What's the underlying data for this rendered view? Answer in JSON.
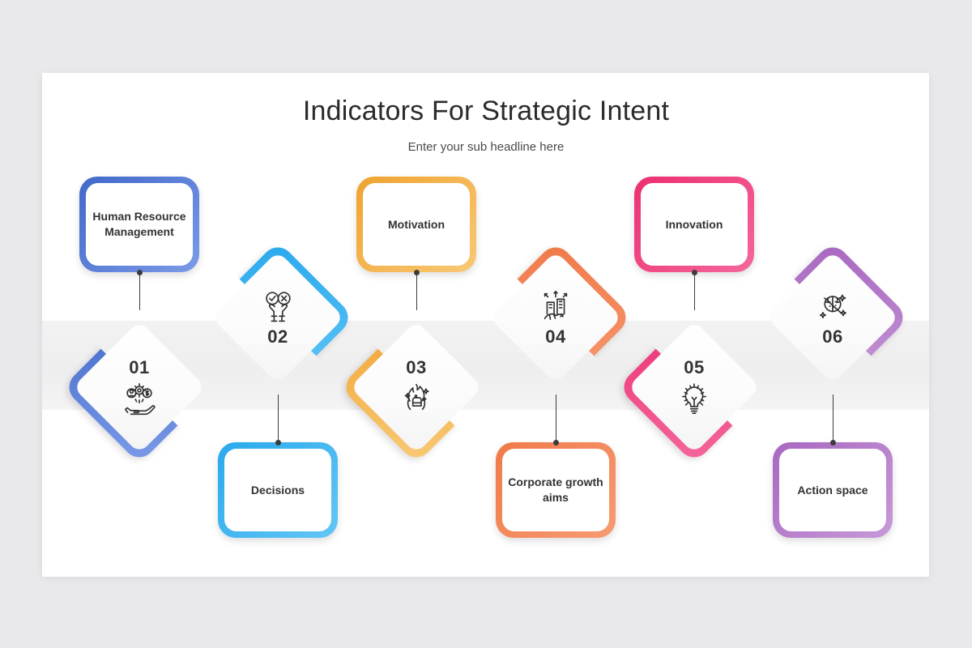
{
  "header": {
    "title": "Indicators For Strategic Intent",
    "subtitle": "Enter your sub headline here"
  },
  "colors": {
    "background": "#e9e9eb",
    "slide": "#ffffff",
    "band": "#f1f1f2",
    "connector": "#3b3b3b",
    "text": "#333333",
    "step1": "#4169c9",
    "step1_to": "#7b9ae8",
    "step2": "#2aa9ec",
    "step2_to": "#63c6f6",
    "step3": "#f0a330",
    "step3_to": "#f8c976",
    "step4": "#f07a4a",
    "step5": "#ec2f72",
    "step5_to": "#f4679c",
    "step6": "#a867c0",
    "step6_to": "#c79ad8"
  },
  "steps": [
    {
      "number": "01",
      "label": "Human Resource Management",
      "icon": "hand-people-gear-money-icon",
      "color_from": "#4169c9",
      "color_to": "#7b9ae8",
      "card_position": "top",
      "number_position": "top"
    },
    {
      "number": "02",
      "label": "Decisions",
      "icon": "hands-check-cross-icon",
      "color_from": "#2aa9ec",
      "color_to": "#63c6f6",
      "card_position": "bottom",
      "number_position": "bottom"
    },
    {
      "number": "03",
      "label": "Motivation",
      "icon": "fist-flame-icon",
      "color_from": "#f0a330",
      "color_to": "#f8c976",
      "card_position": "top",
      "number_position": "top"
    },
    {
      "number": "04",
      "label": "Corporate growth aims",
      "icon": "building-growth-arrows-icon",
      "color_from": "#f07a4a",
      "color_to": "#f79b72",
      "card_position": "bottom",
      "number_position": "bottom"
    },
    {
      "number": "05",
      "label": "Innovation",
      "icon": "lightbulb-gear-icon",
      "color_from": "#ec2f72",
      "color_to": "#f4679c",
      "card_position": "top",
      "number_position": "top"
    },
    {
      "number": "06",
      "label": "Action space",
      "icon": "brain-idea-stars-icon",
      "color_from": "#a867c0",
      "color_to": "#c79ad8",
      "card_position": "bottom",
      "number_position": "bottom"
    }
  ]
}
